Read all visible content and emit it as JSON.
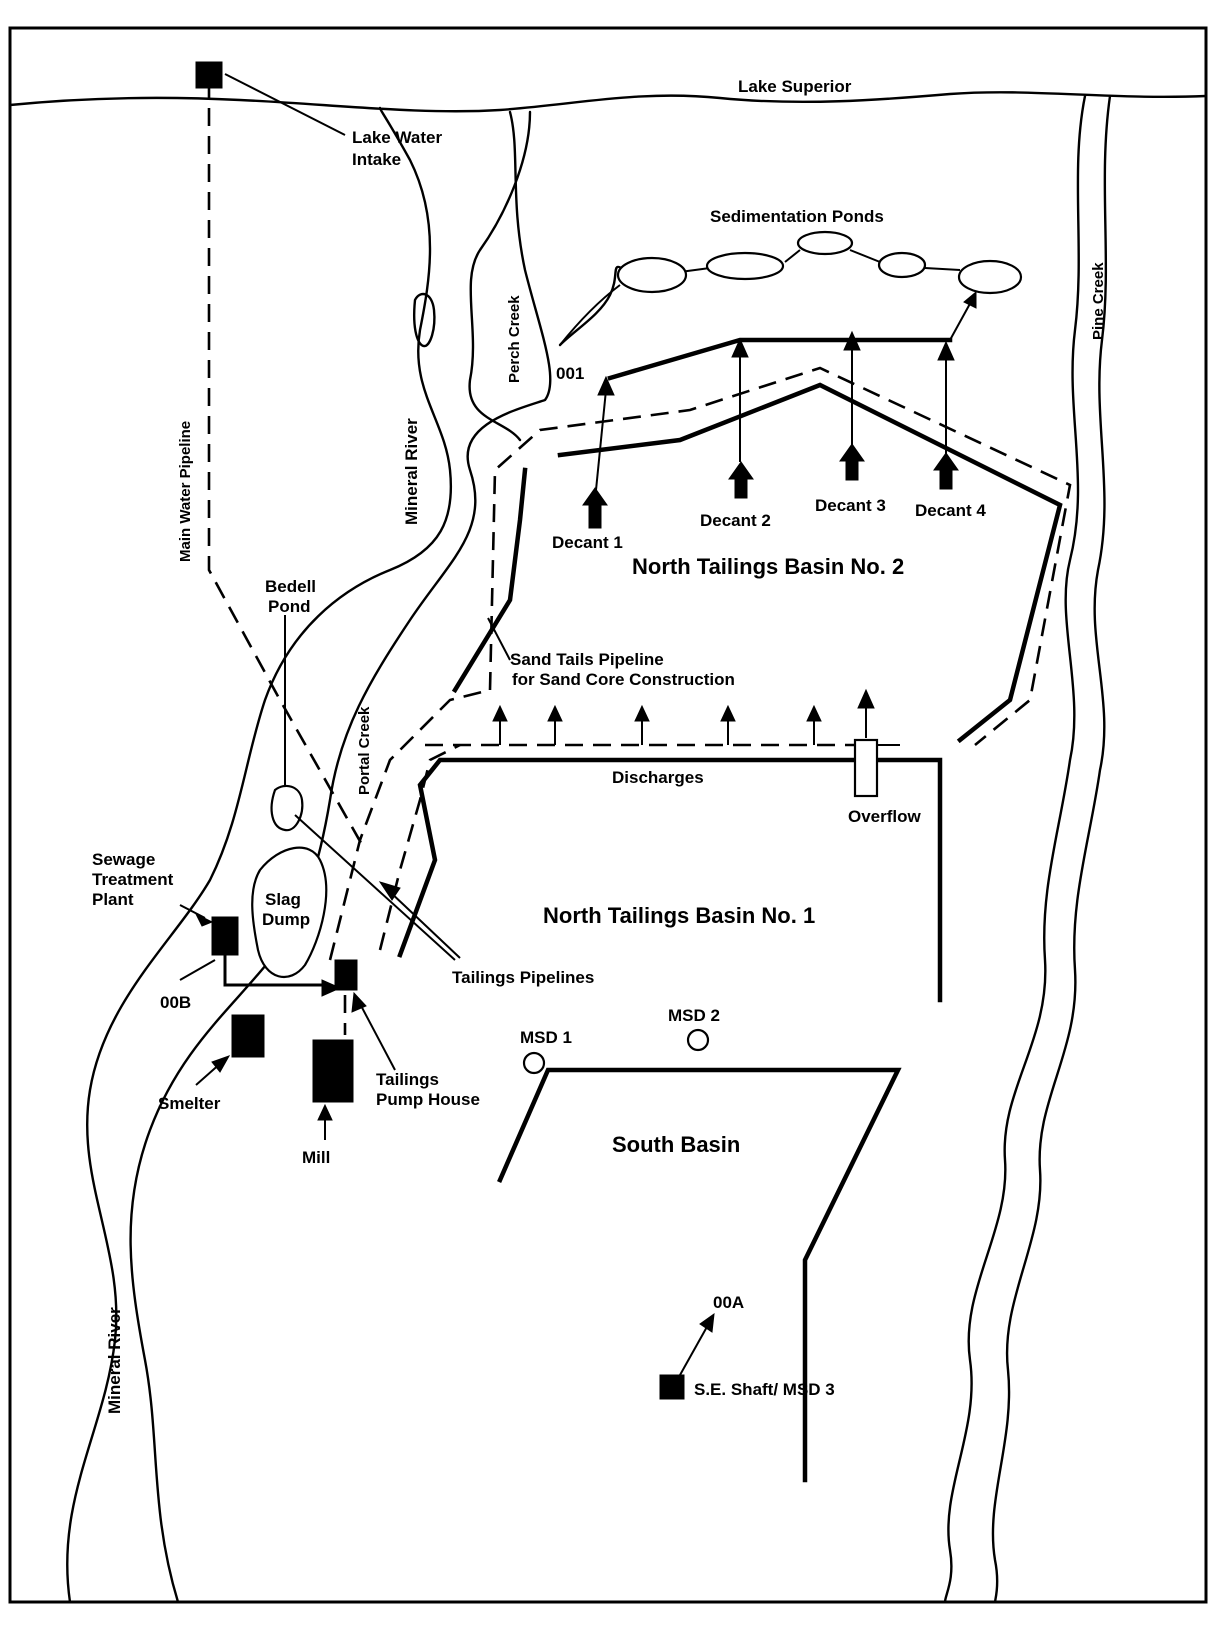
{
  "map": {
    "labels": {
      "lake_superior": "Lake Superior",
      "lake_water_intake_1": "Lake Water",
      "lake_water_intake_2": "Intake",
      "sedimentation_ponds": "Sedimentation Ponds",
      "pine_creek": "Pine Creek",
      "perch_creek": "Perch Creek",
      "outfall_001": "001",
      "mineral_river_upper": "Mineral River",
      "mineral_river_lower": "Mineral River",
      "main_water_pipeline": "Main Water Pipeline",
      "decant_1": "Decant 1",
      "decant_2": "Decant 2",
      "decant_3": "Decant 3",
      "decant_4": "Decant 4",
      "north_basin_2": "North Tailings Basin No. 2",
      "bedell_pond_1": "Bedell",
      "bedell_pond_2": "Pond",
      "sand_tails_1": "Sand Tails Pipeline",
      "sand_tails_2": "for Sand Core Construction",
      "portal_creek": "Portal Creek",
      "discharges": "Discharges",
      "overflow": "Overflow",
      "sewage_1": "Sewage",
      "sewage_2": "Treatment",
      "sewage_3": "Plant",
      "slag_dump_1": "Slag",
      "slag_dump_2": "Dump",
      "north_basin_1": "North Tailings Basin No. 1",
      "tailings_pipelines": "Tailings Pipelines",
      "outfall_00b": "00B",
      "msd_1": "MSD 1",
      "msd_2": "MSD 2",
      "tailings_pump_house_1": "Tailings",
      "tailings_pump_house_2": "Pump House",
      "smelter": "Smelter",
      "mill": "Mill",
      "south_basin": "South Basin",
      "outfall_00a": "00A",
      "se_shaft": "S.E. Shaft/ MSD 3"
    }
  }
}
